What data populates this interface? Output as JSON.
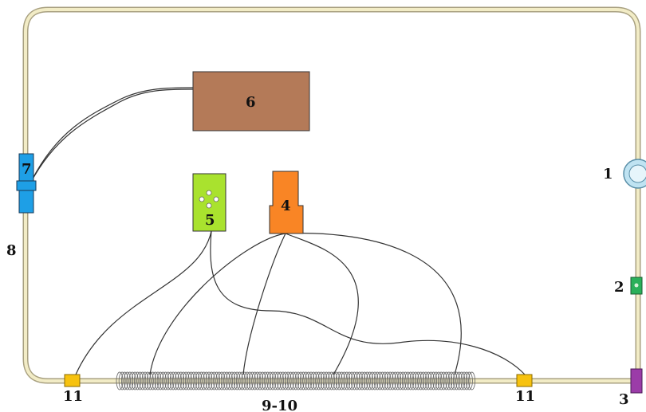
{
  "labels": {
    "isolator": "1",
    "component_2": "2",
    "component_3": "3",
    "box_4": "4",
    "box_5": "5",
    "box_6": "6",
    "coupler_7": "7",
    "fiber_8": "8",
    "coil": "9-10",
    "connector_left": "11",
    "connector_right": "11"
  },
  "colors": {
    "fiber_outer": "#a8a080",
    "fiber_inner": "#f2ecc6",
    "box_6": "#b47a58",
    "box_5": "#a9e22e",
    "box_4": "#f98525",
    "coupler_7": "#1e9fe6",
    "component_2": "#2ab05a",
    "component_3": "#9b3ca8",
    "connector_11": "#f7c20f",
    "isolator": "#bfe3f2"
  }
}
